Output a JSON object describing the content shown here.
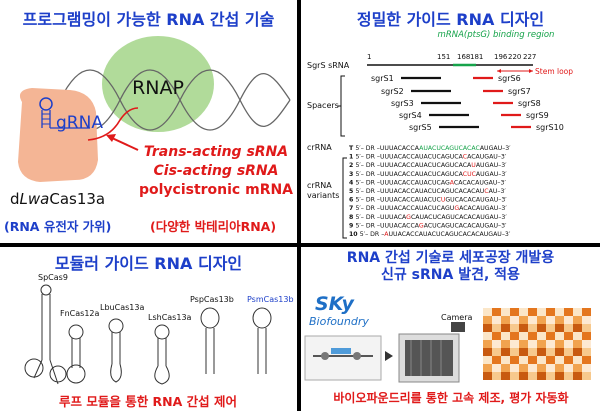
{
  "q1": {
    "title": "프로그램밍이 가능한 RNA 간섭 기술",
    "rnap": "RNAP",
    "grna": "gRNA",
    "trans": "Trans-acting sRNA",
    "cis": "Cis-acting sRNA",
    "poly": "polycistronic mRNA",
    "enzyme_prefix": "d",
    "enzyme_italic": "Lwa",
    "enzyme_suffix": "Cas13a",
    "left_caption": "(RNA 유전자 가위)",
    "right_caption": "(다양한 박테리아RNA)"
  },
  "q2": {
    "title": "정밀한 가이드 RNA 디자인",
    "binding_region": "mRNA(ptsG) binding region",
    "sgrs_label": "SgrS sRNA",
    "pos1": "1",
    "positions": [
      "151",
      "168",
      "181",
      "196",
      "220",
      "227"
    ],
    "stem_loop": "Stem loop",
    "spacers_label": "Spacers",
    "sgrs_left": [
      "sgrS1",
      "sgrS2",
      "sgrS3",
      "sgrS4",
      "sgrS5"
    ],
    "sgrs_right": [
      "sgrS6",
      "sgrS7",
      "sgrS8",
      "sgrS9",
      "sgrS10"
    ],
    "crrna_label": "crRNA",
    "variants_label_1": "crRNA",
    "variants_label_2": "variants",
    "seq_rows": [
      {
        "n": "T",
        "pre": "5′– DR –",
        "s": "UUUACACCA",
        "hl": "AUACUCAGUCACAC",
        "post": "AUGAU–3′",
        "hlcolor": "#16a34a"
      },
      {
        "n": "1",
        "pre": "5′– DR –",
        "s": "UUUACACCAUACUCAGUCA",
        "hl": "C",
        "post": "ACAUGAU–3′",
        "hlcolor": "#e01a1a"
      },
      {
        "n": "2",
        "pre": "5′– DR –",
        "s": "UUUACACCAUACUCAGUCACA",
        "hl": "U",
        "post": "AUGAU–3′",
        "hlcolor": "#e01a1a"
      },
      {
        "n": "3",
        "pre": "5′– DR –",
        "s": "UUUACACCAUACUCAGUCA",
        "hl": "CUC",
        "post": "AUGAU–3′",
        "hlcolor": "#e01a1a"
      },
      {
        "n": "4",
        "pre": "5′– DR –",
        "s": "UUUACACCAUACUCAG",
        "hl": "A",
        "post": "CACACAUGAU–3′",
        "hlcolor": "#e01a1a"
      },
      {
        "n": "5",
        "pre": "5′– DR –",
        "s": "UUUACACCAUACUCAGUCACACAU",
        "hl": "C",
        "post": "AU–3′",
        "hlcolor": "#e01a1a"
      },
      {
        "n": "6",
        "pre": "5′– DR –",
        "s": "UUUACACCAUACUC",
        "hl": "U",
        "post": "GUCACACAUGAU–3′",
        "hlcolor": "#e01a1a"
      },
      {
        "n": "7",
        "pre": "5′– DR –",
        "s": "UUUACACCAUACUCAGU",
        "hl": "G",
        "post": "ACACAUGAU–3′",
        "hlcolor": "#e01a1a"
      },
      {
        "n": "8",
        "pre": "5′– DR –",
        "s": "UUUACA",
        "hl": "G",
        "post": "CAUACUCAGUCACACAUGAU–3′",
        "hlcolor": "#e01a1a"
      },
      {
        "n": "9",
        "pre": "5′– DR –",
        "s": "UUUACACCA",
        "hl": "G",
        "post": "ACUCAGUCACACAUGAU–3′",
        "hlcolor": "#e01a1a"
      },
      {
        "n": "10",
        "pre": "5′– DR –",
        "s": "",
        "hl": "A",
        "post": "UUACACCAUACUCAGUCACACAUGAU–3′",
        "hlcolor": "#e01a1a"
      }
    ]
  },
  "q3": {
    "title": "모듈러 가이드 RNA 디자인",
    "names": [
      "SpCas9",
      "FnCas12a",
      "LbuCas13a",
      "LshCas13a",
      "PspCas13b",
      "PsmCas13b"
    ],
    "caption": "루프 모듈을 통한 RNA 간섭 제어"
  },
  "q4": {
    "title_1": "RNA 간섭 기술로 세포공장 개발용",
    "title_2": "신규 sRNA 발견, 적용",
    "logo_main": "SKy",
    "logo_sub": "Biofoundry",
    "camera": "Camera",
    "caption": "바이오파운드리를 통한 고속 제조, 평가 자동화"
  },
  "colors": {
    "blue": "#1d3fc9",
    "red": "#e01a1a",
    "green": "#16a34a",
    "rnap_green": "#a9d78f",
    "grna_pink": "#f4b595",
    "orange": "#f5a623"
  }
}
